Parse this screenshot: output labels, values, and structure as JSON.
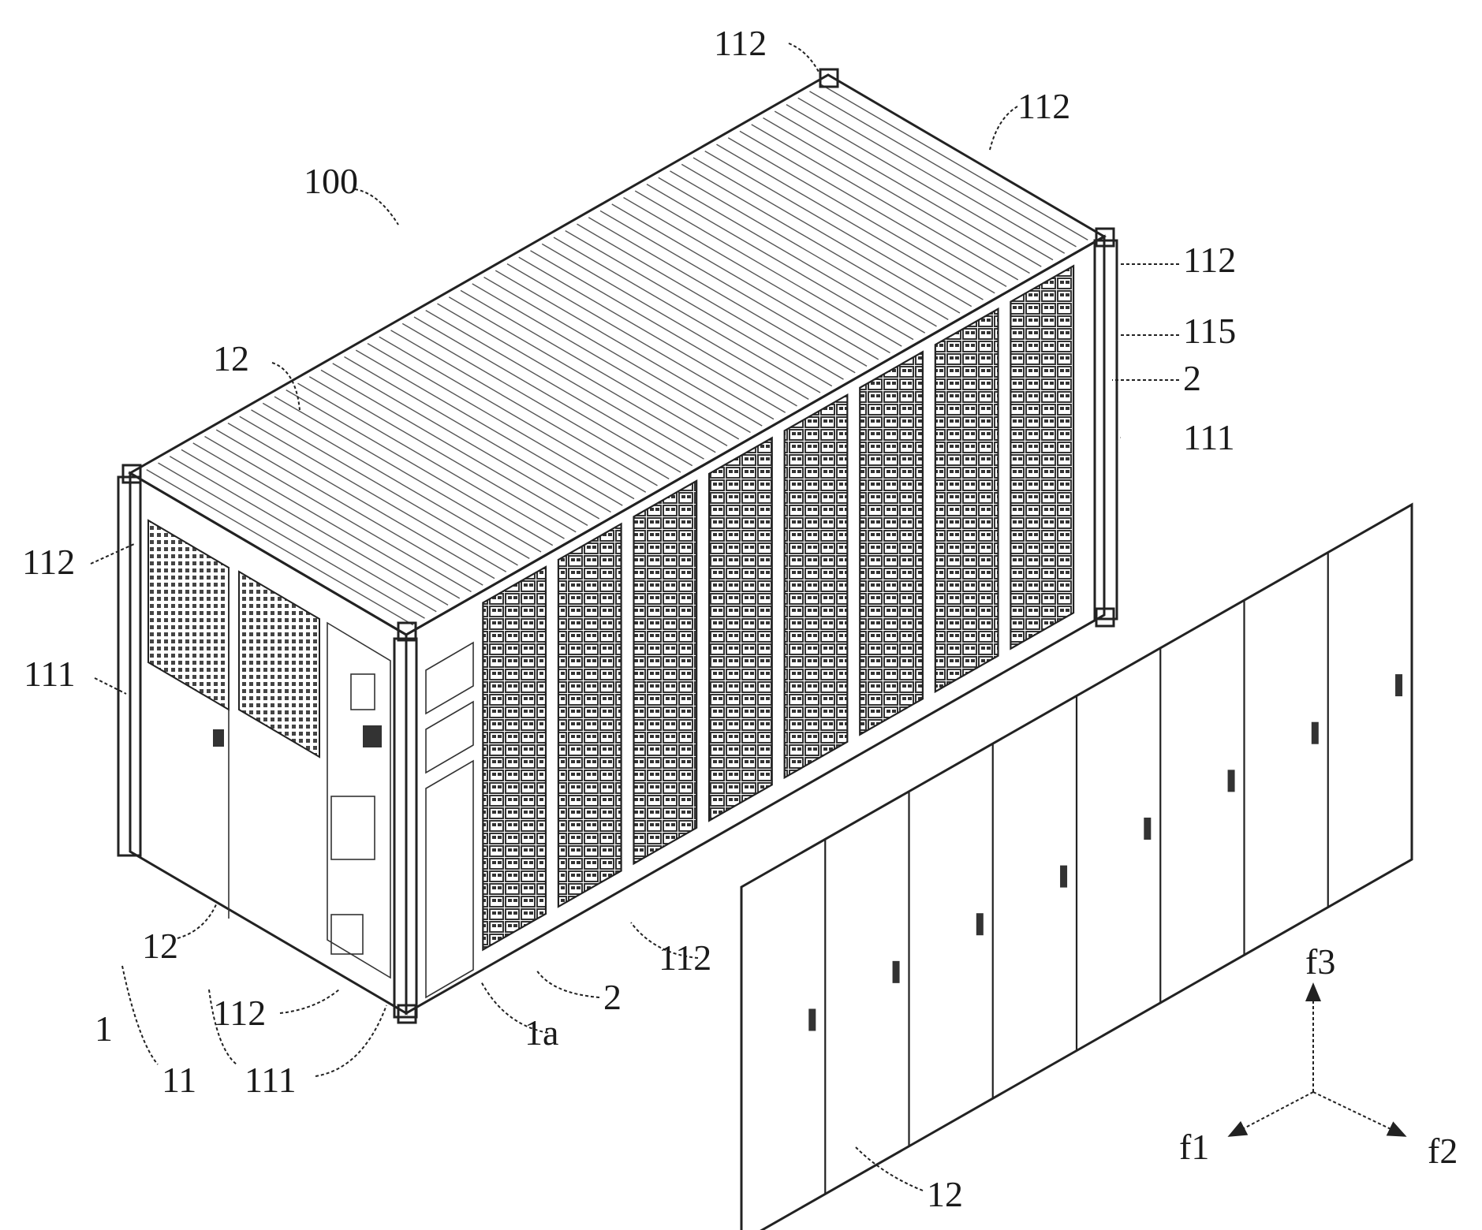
{
  "figure": {
    "labels": {
      "assembly": "100",
      "container": "1",
      "frame": "11",
      "pillar_front_left": "111",
      "pillar_front_corner": "111",
      "pillar_back_right": "111",
      "beam_top_back": "112",
      "beam_top_back_right": "112",
      "beam_top_right": "112",
      "beam_top_front_left": "112",
      "beam_bottom_front": "112",
      "beam_bottom_side": "112",
      "rail": "115",
      "panel_roof": "12",
      "panel_front": "12",
      "panel_detached": "12",
      "rack_back": "2",
      "rack_front": "2",
      "opening": "1a",
      "axis_f1": "f1",
      "axis_f2": "f2",
      "axis_f3": "f3"
    }
  }
}
